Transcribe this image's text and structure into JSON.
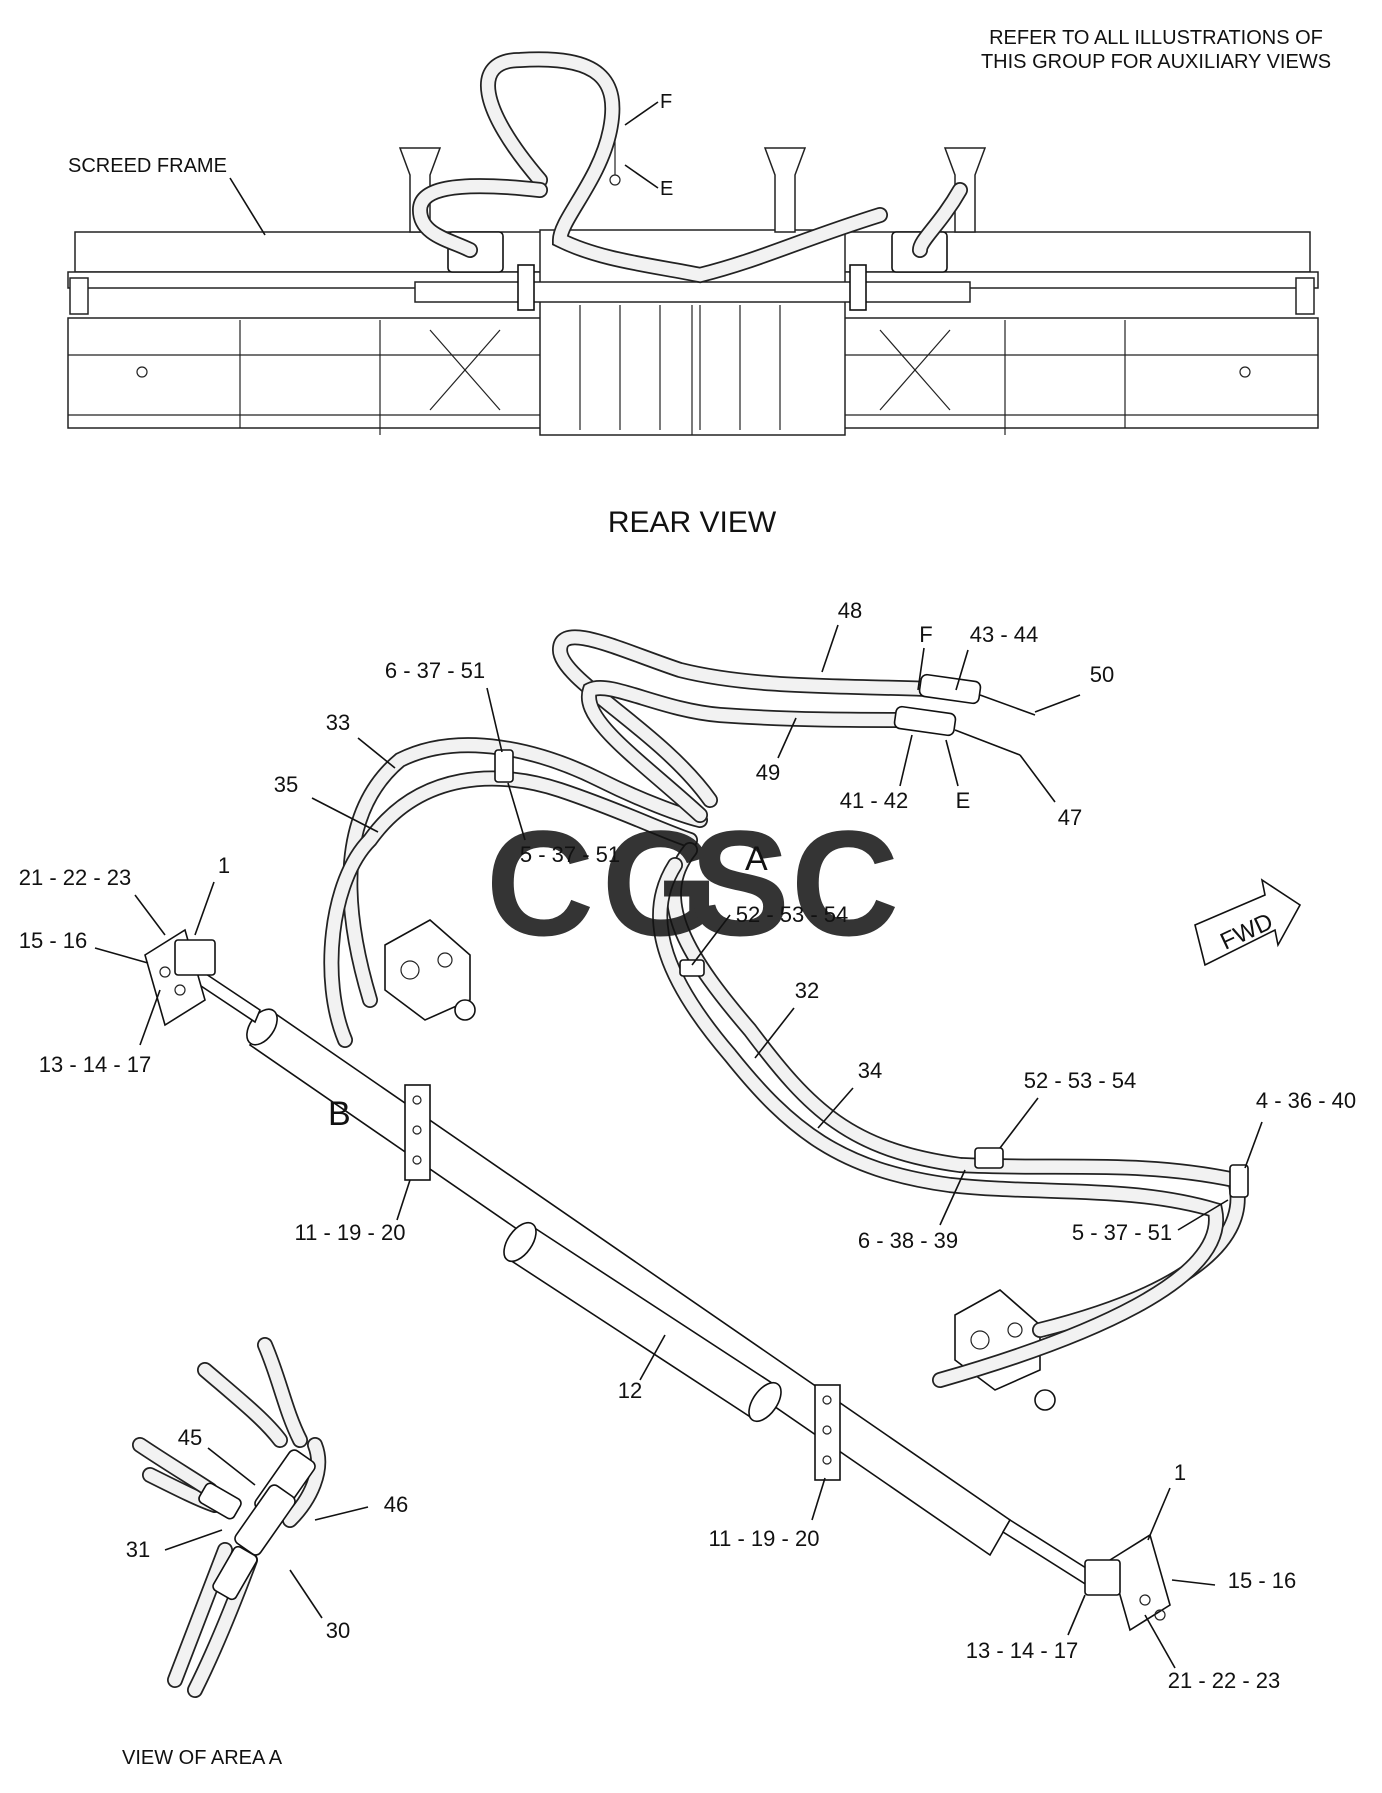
{
  "note": {
    "line1": "REFER TO ALL ILLUSTRATIONS OF",
    "line2": "THIS GROUP FOR AUXILIARY VIEWS"
  },
  "rear_view": {
    "title": "REAR VIEW",
    "screed_frame": "SCREED FRAME",
    "labels": {
      "F": "F",
      "E": "E"
    }
  },
  "main_view": {
    "area_a": "A",
    "area_b": "B",
    "fwd": "FWD",
    "callouts": {
      "c48": "48",
      "cF": "F",
      "c43_44": "43 - 44",
      "c50": "50",
      "c6_37_51_top": "6 - 37 - 51",
      "c33": "33",
      "c35": "35",
      "c49": "49",
      "c41_42": "41 - 42",
      "cE": "E",
      "c47": "47",
      "c5_37_51_mid": "5 - 37 - 51",
      "c21_22_23_left": "21 - 22 - 23",
      "c1_left": "1",
      "c15_16_left": "15 - 16",
      "c52_53_54_top": "52 - 53 - 54",
      "c13_14_17_left": "13 - 14 - 17",
      "c32": "32",
      "c34": "34",
      "c52_53_54_right": "52 - 53 - 54",
      "c4_36_40": "4 - 36 - 40",
      "c11_19_20_left": "11 - 19 - 20",
      "c6_38_39": "6 - 38 - 39",
      "c5_37_51_right": "5 - 37 - 51",
      "c12": "12",
      "c45": "45",
      "c46": "46",
      "c31": "31",
      "c30": "30",
      "c11_19_20_right": "11 - 19 - 20",
      "c1_right": "1",
      "c15_16_right": "15 - 16",
      "c13_14_17_right": "13 - 14 - 17",
      "c21_22_23_right": "21 - 22 - 23"
    }
  },
  "view_area_a": "VIEW OF AREA A",
  "watermark": {
    "letters": [
      "C",
      "G",
      "S",
      "C"
    ],
    "colors": [
      "#4f8ef7",
      "#f26b6b",
      "#f5cf3f",
      "#3fb27f"
    ]
  }
}
